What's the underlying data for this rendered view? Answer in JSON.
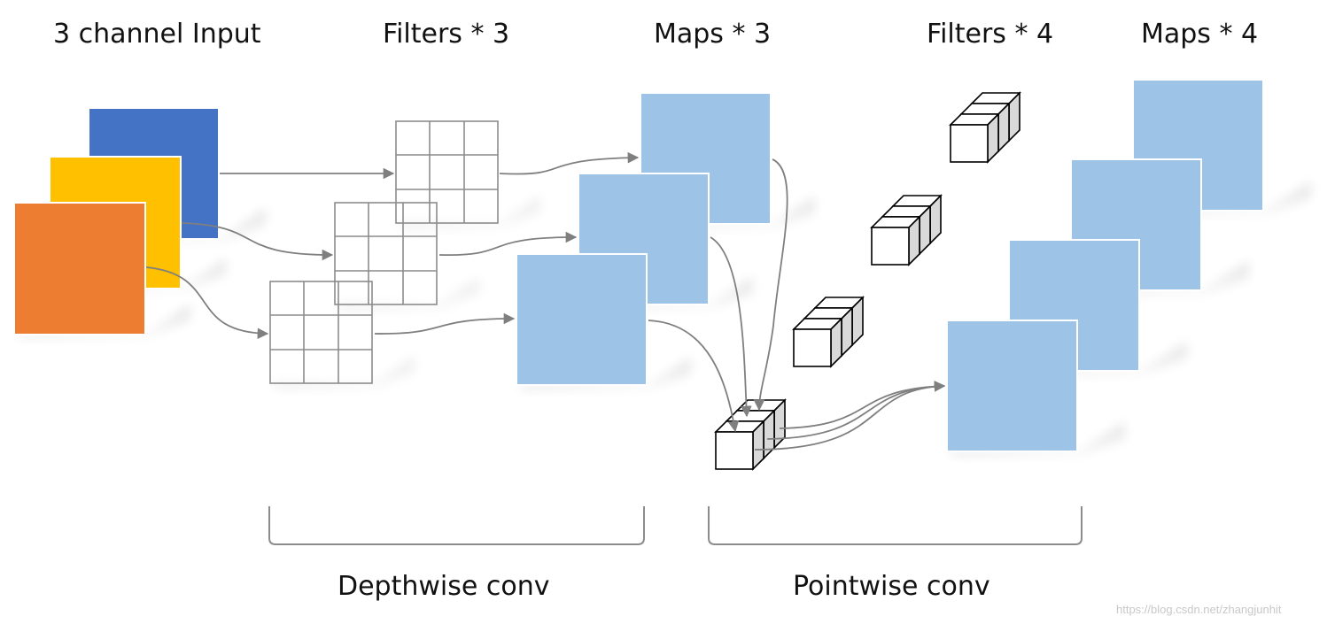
{
  "headers": {
    "input": "3 channel Input",
    "filters_dw": "Filters * 3",
    "maps_dw": "Maps * 3",
    "filters_pw": "Filters * 4",
    "maps_pw": "Maps * 4"
  },
  "sections": {
    "depthwise": "Depthwise conv",
    "pointwise": "Pointwise conv"
  },
  "watermark": "https://blog.csdn.net/zhangjunhit",
  "colors": {
    "channel_blue": "#4472C4",
    "channel_yellow": "#FFC000",
    "channel_orange": "#ED7D31",
    "map": "#9DC3E6",
    "arrow": "#7f7f7f",
    "grid": "#8c8c8c"
  }
}
